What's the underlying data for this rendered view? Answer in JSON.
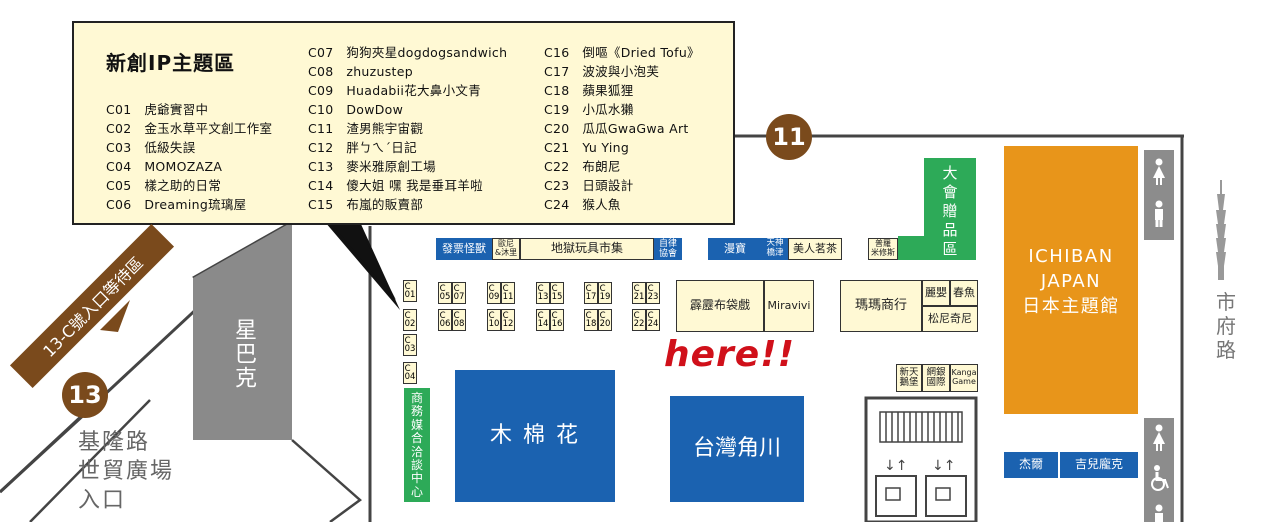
{
  "legend": {
    "title": "新創IP主題區",
    "col1": [
      "C01　虎爺實習中",
      "C02　金玉水草平文創工作室",
      "C03　低級失誤",
      "C04　MOMOZAZA",
      "C05　樣之助的日常",
      "C06　Dreaming琉璃屋"
    ],
    "col2": [
      "C07　狗狗夾星dogdogsandwich",
      "C08　zhuzustep",
      "C09　Huadabii花大鼻小文青",
      "C10　DowDow",
      "C11　渣男熊宇宙觀",
      "C12　胖ㄅㄟˊ日記",
      "C13　麥米雅原創工場",
      "C14　傻大姐 嘿 我是垂耳羊啦",
      "C15　布嵐的販賣部"
    ],
    "col3": [
      "C16　倒嘔《Dried Tofu》",
      "C17　波波與小泡芙",
      "C18　蘋果狐狸",
      "C19　小瓜水獺",
      "C20　瓜瓜GwaGwa Art",
      "C21　Yu Ying",
      "C22　布朗尼",
      "C23　日頭設計",
      "C24　猴人魚"
    ]
  },
  "entrances": {
    "gate11": "11",
    "gate13": "13",
    "waiting_area": "13-C號入口等待區",
    "keelung_entrance": "基隆路\n世貿廣場\n入口"
  },
  "roads": {
    "shifu": "市府路"
  },
  "booths": {
    "starbucks": "星巴克",
    "cotton": "木 棉 花",
    "kadokawa": "台灣角川",
    "ichiban": "ICHIBAN\nJAPAN\n日本主題館",
    "gift": "大\n會\n贈\n品\n區",
    "business": "商\n務\n媒\n合\n洽\n談\n中\n心",
    "invoice": "發票怪獸",
    "oshiri": "歐尼\n&沐里",
    "hell_toys": "地獄玩具市集",
    "self_assoc": "自律\n協會",
    "manbao": "漫寶",
    "tianshen": "天神\n橋津",
    "tea": "美人茗茶",
    "puluo": "普羅\n米修斯",
    "thunder": "霹靂布袋戲",
    "miravivi": "Miravivi",
    "mama": "瑪瑪商行",
    "liying": "麗嬰",
    "chunyu": "春魚",
    "sony": "松尼奇尼",
    "xintian": "新天\n鵝堡",
    "wangyin": "網銀\n國際",
    "kanga": "Kanga\nGame",
    "jerry": "杰爾",
    "jierpang": "吉兒龐克"
  },
  "cells": {
    "colA": [
      "C\n01",
      "C\n02",
      "C\n03",
      "C\n04"
    ],
    "pairs": [
      [
        "C\n05",
        "C\n07",
        "C\n06",
        "C\n08"
      ],
      [
        "C\n09",
        "C\n11",
        "C\n10",
        "C\n12"
      ],
      [
        "C\n13",
        "C\n15",
        "C\n14",
        "C\n16"
      ],
      [
        "C\n17",
        "C\n19",
        "C\n18",
        "C\n20"
      ],
      [
        "C\n21",
        "C\n23",
        "C\n22",
        "C\n24"
      ]
    ]
  },
  "annotation": "here!!",
  "colors": {
    "blue": "#1b62b0",
    "green": "#2daa58",
    "orange": "#e8951a",
    "brown": "#7a4a1c",
    "legend_bg": "#fff9d4",
    "here": "#d0101a"
  }
}
